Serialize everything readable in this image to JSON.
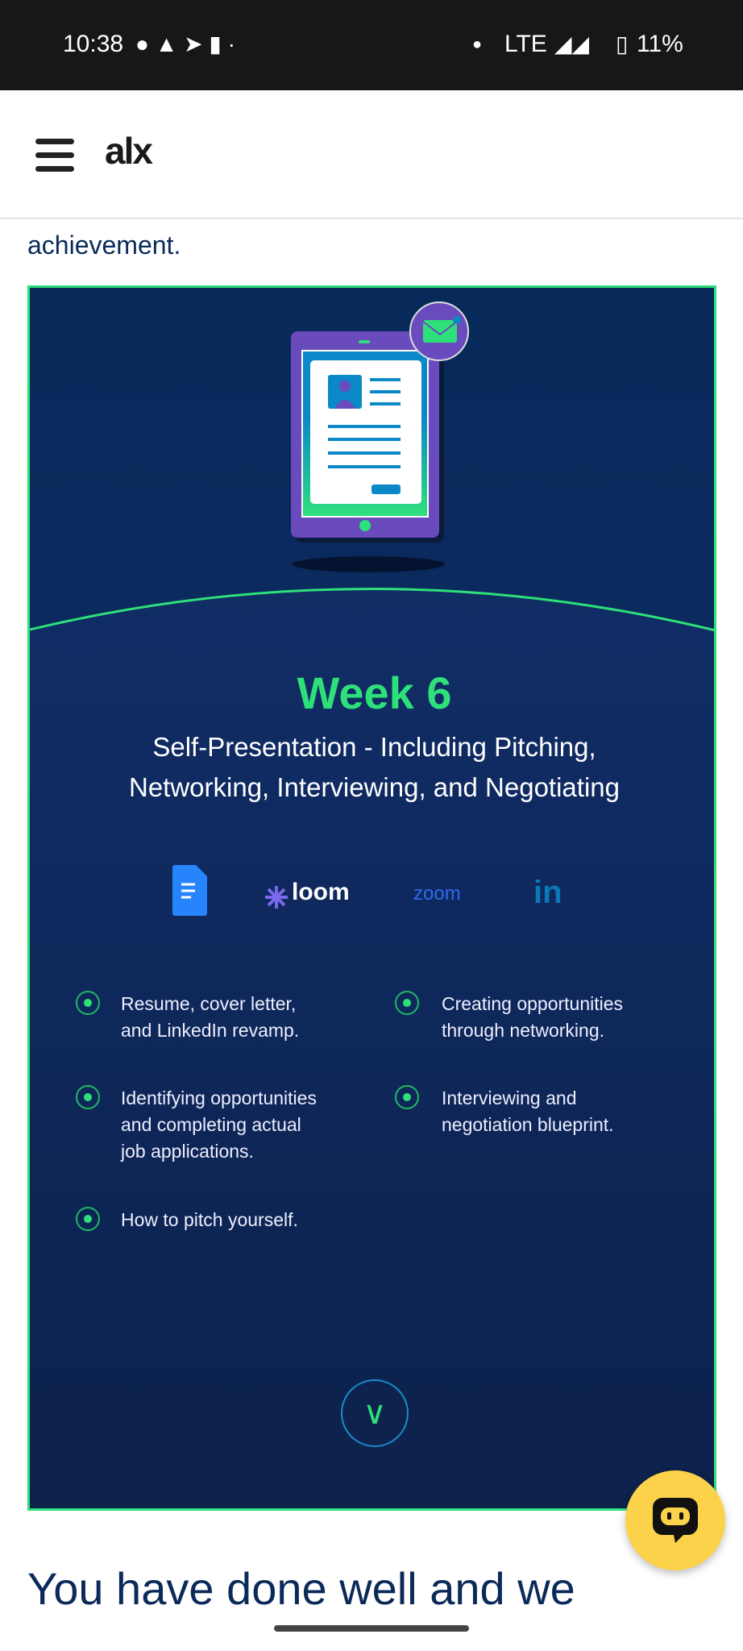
{
  "status_bar": {
    "time": "10:38",
    "network": "LTE",
    "battery": "11%"
  },
  "header": {
    "logo": "alx"
  },
  "intro_text": "achievement.",
  "card": {
    "title": "Week 6",
    "subtitle_line1": "Self-Presentation - Including Pitching,",
    "subtitle_line2": "Networking, Interviewing, and Negotiating",
    "tools": [
      "loom",
      "zoom",
      "in"
    ],
    "bullets": [
      {
        "l1": "Resume, cover letter,",
        "l2": "and LinkedIn revamp.",
        "l3": ""
      },
      {
        "l1": "Creating opportunities",
        "l2": "through networking.",
        "l3": ""
      },
      {
        "l1": "Identifying opportunities",
        "l2": "and completing actual",
        "l3": "job applications."
      },
      {
        "l1": "Interviewing and",
        "l2": "negotiation blueprint.",
        "l3": ""
      },
      {
        "l1": "How to pitch yourself.",
        "l2": "",
        "l3": ""
      }
    ]
  },
  "heading": "You have done well and we",
  "colors": {
    "accent": "#2ee07a",
    "navy": "#0a2a5a",
    "chat": "#fbd24a"
  }
}
